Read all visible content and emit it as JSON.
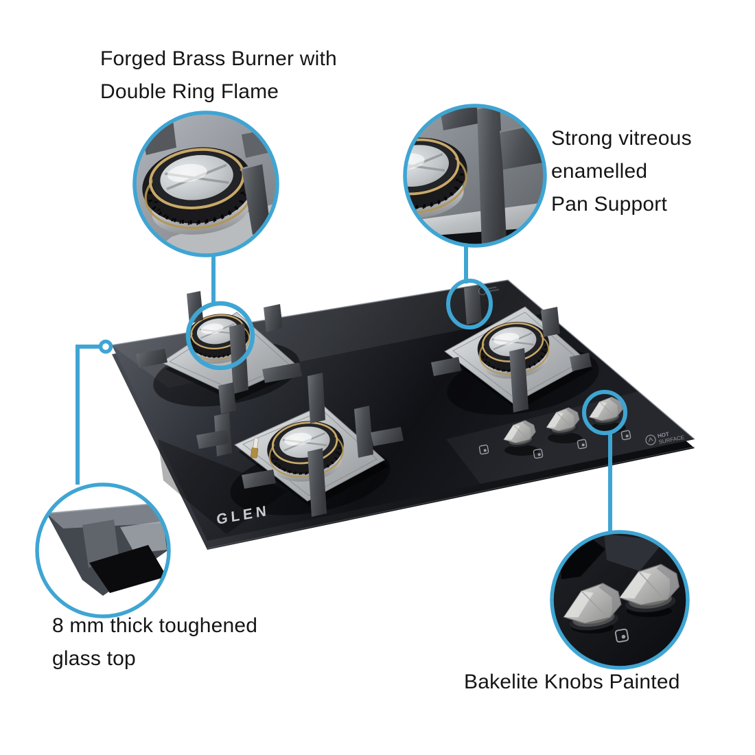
{
  "page": {
    "background": "#ffffff"
  },
  "callouts": {
    "burner": {
      "label": "Forged Brass Burner with\nDouble Ring Flame"
    },
    "pan_support": {
      "label": "Strong vitreous\nenamelled\nPan Support"
    },
    "glass": {
      "label": "8 mm thick toughened\nglass top"
    },
    "knobs": {
      "label": "Bakelite Knobs Painted"
    }
  },
  "product": {
    "brand": "GLEN",
    "hot_surface_warning": {
      "line1": "HOT",
      "line2": "SURFACE"
    },
    "burner_count": 3,
    "knob_count": 3
  },
  "icons": {
    "callout_magnifier": "circle-magnifier",
    "hot_surface": "hot-surface-symbol",
    "burner_selector": "burner-position-icon",
    "connector_dot": "line-anchor-dot"
  },
  "colors": {
    "accent": "#3FA5D3",
    "glass": "#17181d",
    "steel": "#c6c9cc",
    "brass": "#c9a96a",
    "pan_support": "#4c4f54",
    "knob": "#b9b9b7"
  }
}
